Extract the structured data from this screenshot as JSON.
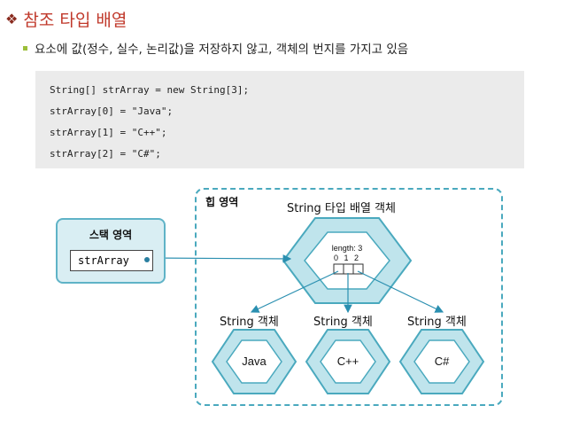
{
  "slide": {
    "title": "참조 타입 배열",
    "subtitle": "요소에 값(정수, 실수, 논리값)을 저장하지 않고, 객체의 번지를 가지고 있음"
  },
  "code": {
    "lines": [
      "String[] strArray = new String[3];",
      "strArray[0] = \"Java\";",
      "strArray[1] = \"C++\";",
      "strArray[2] = \"C#\";"
    ]
  },
  "diagram": {
    "stack_label": "스택 영역",
    "variable": "strArray",
    "heap_label": "힙 영역",
    "array_object_label": "String 타입 배열 객체",
    "length_text": "length: 3",
    "indices": "0 1 2",
    "string_objects": [
      {
        "label": "String 객체",
        "value": "Java"
      },
      {
        "label": "String 객체",
        "value": "C++"
      },
      {
        "label": "String 객체",
        "value": "C#"
      }
    ],
    "colors": {
      "hex_fill_outer": "#bfe4ec",
      "hex_stroke": "#4aa9be",
      "arrow": "#2a8fb0",
      "title": "#c0392b"
    }
  }
}
